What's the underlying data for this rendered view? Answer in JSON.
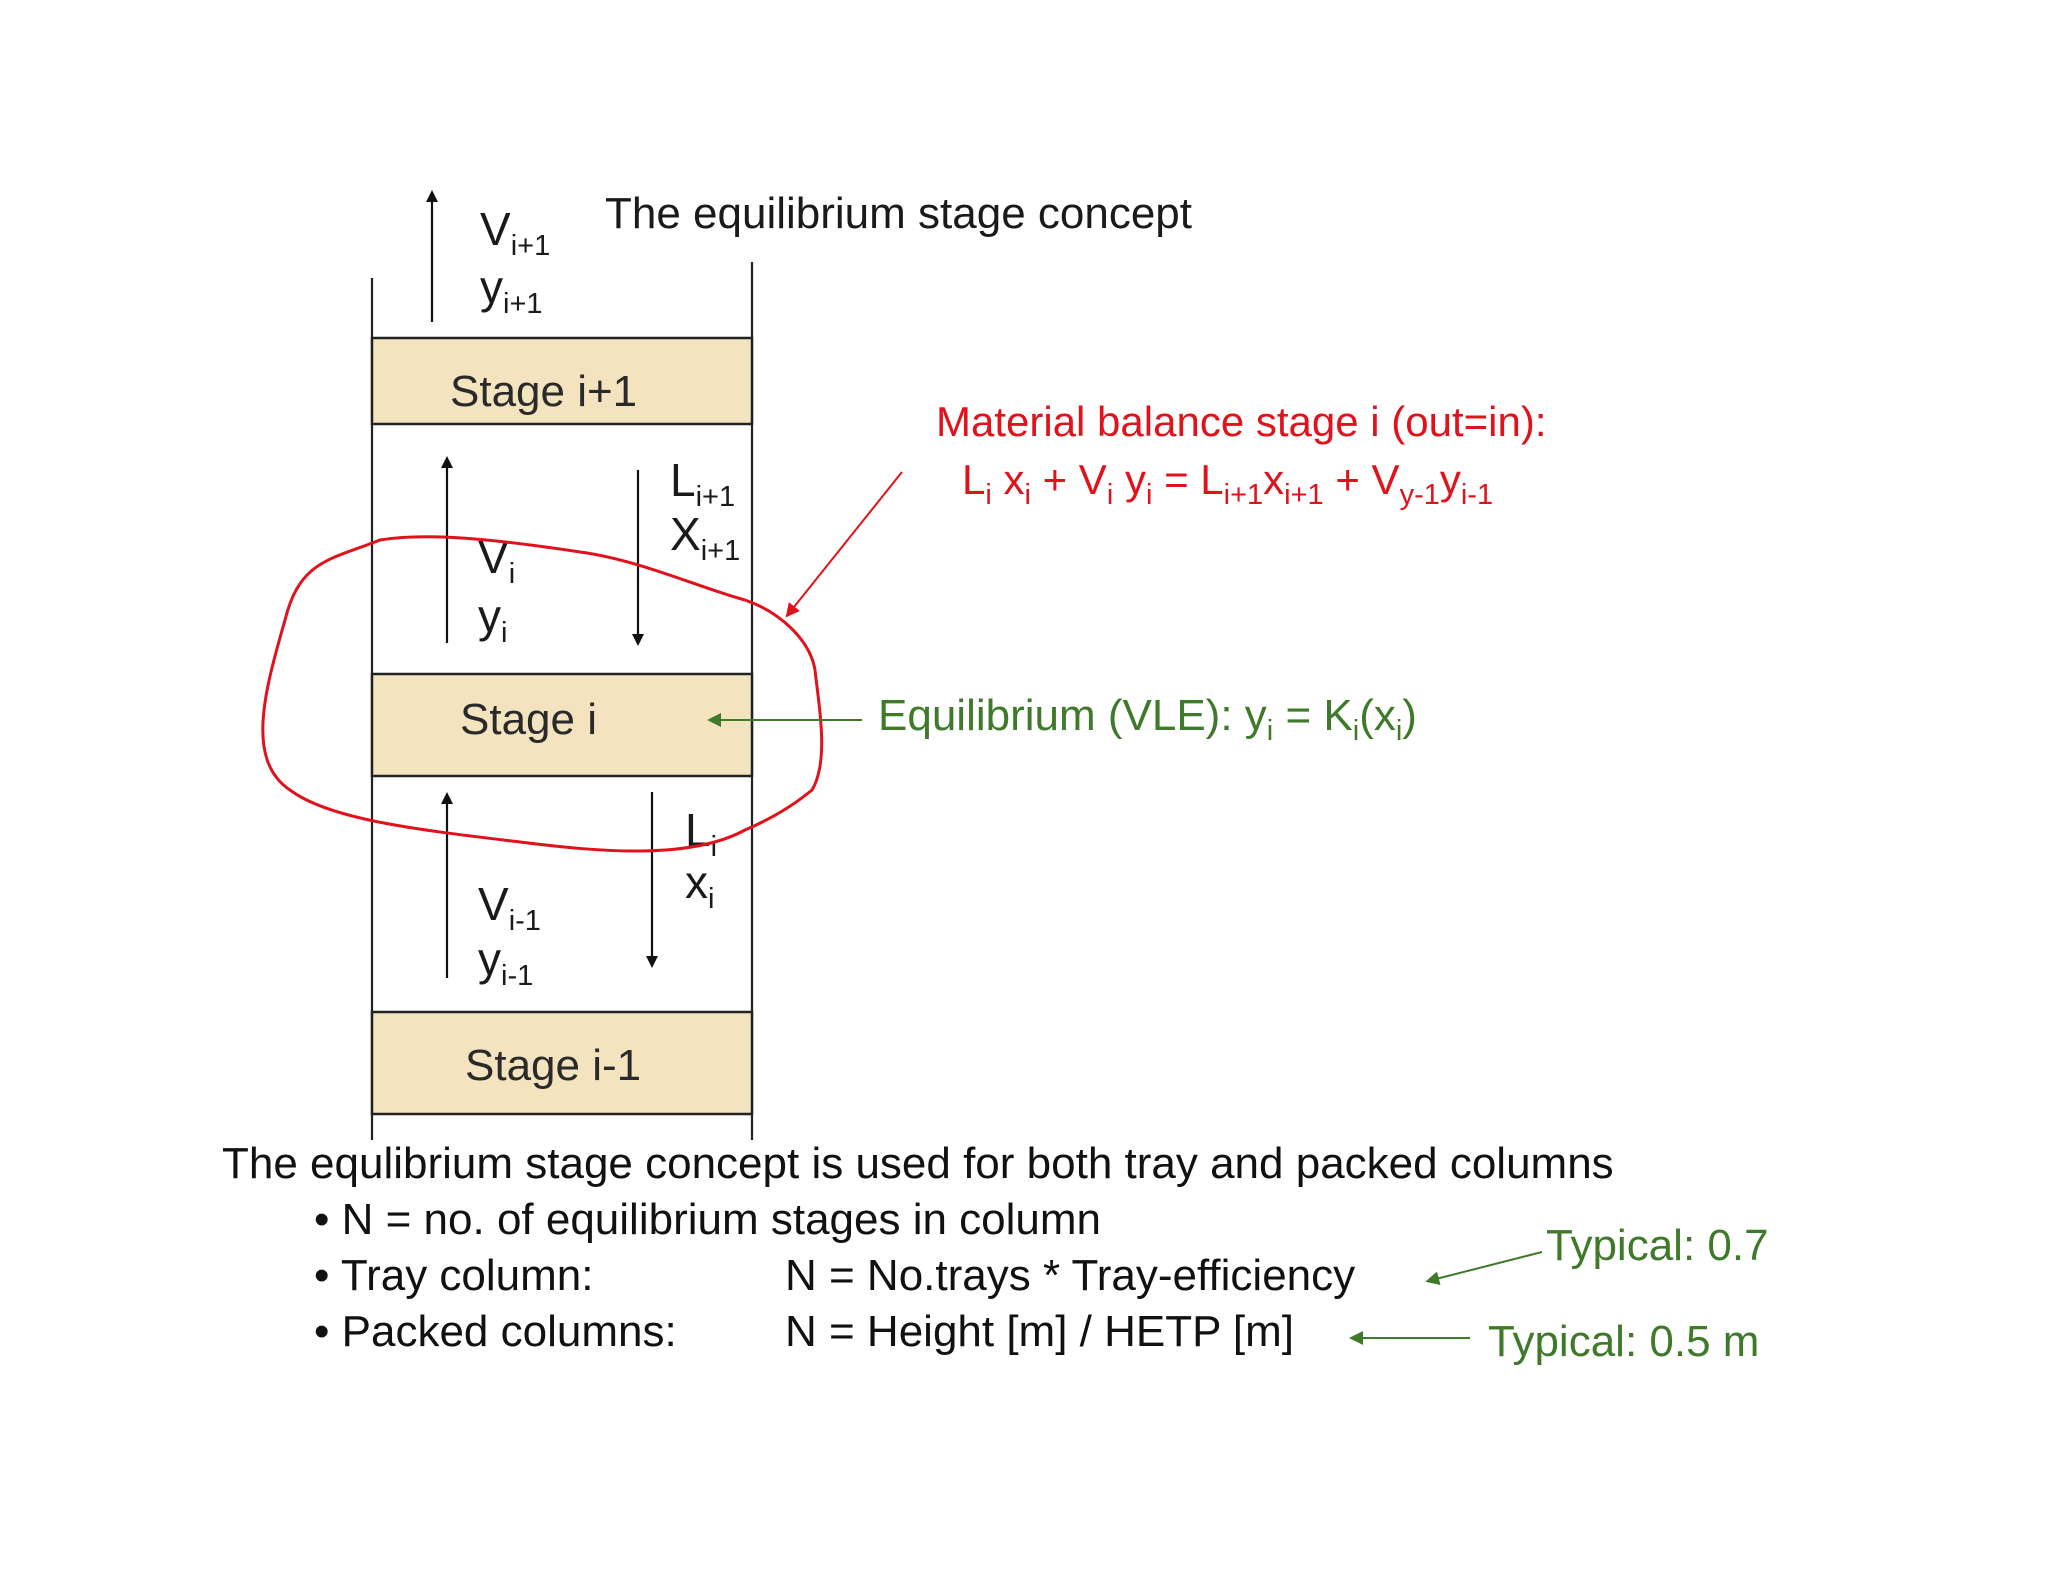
{
  "title": "The equilibrium stage concept",
  "stages": {
    "top": "Stage i+1",
    "middle": "Stage i",
    "bottom": "Stage i-1"
  },
  "flows": {
    "v_top": {
      "letter": "V",
      "sub": "i+1"
    },
    "y_top": {
      "letter": "y",
      "sub": "i+1"
    },
    "v_mid": {
      "letter": "V",
      "sub": "i"
    },
    "y_mid": {
      "letter": "y",
      "sub": "i"
    },
    "l_top": {
      "letter": "L",
      "sub": "i+1"
    },
    "x_top": {
      "letter": "X",
      "sub": "i+1"
    },
    "l_mid": {
      "letter": "L",
      "sub": "i"
    },
    "x_mid": {
      "letter": "x",
      "sub": "i"
    },
    "v_bot": {
      "letter": "V",
      "sub": "i-1"
    },
    "y_bot": {
      "letter": "y",
      "sub": "i-1"
    }
  },
  "material_balance": {
    "heading": "Material balance stage i (out=in):",
    "eq": {
      "t1": "L",
      "s1": "i",
      "t2": " x",
      "s2": "i",
      "t3": " + V",
      "s3": "i",
      "t4": " y",
      "s4": "i",
      "t5": " = L",
      "s5": "i+1",
      "t6": "x",
      "s6": "i+1",
      "t7": " + V",
      "s7": "y-1",
      "t8": "y",
      "s8": "i-1"
    }
  },
  "equilibrium": {
    "t1": "Equilibrium (VLE): y",
    "s1": "i",
    "t2": " = K",
    "s2": "i",
    "t3": "(x",
    "s3": "i",
    "t4": ")"
  },
  "footer": {
    "lead": "The equlibrium stage concept is used for both tray and packed columns",
    "bullets": [
      {
        "label": "• N = no. of equilibrium stages in column",
        "formula": ""
      },
      {
        "label": "• Tray column:",
        "formula": "N =  No.trays * Tray-efficiency"
      },
      {
        "label": "• Packed columns:",
        "formula": "N =  Height [m] / HETP [m]"
      }
    ],
    "typical_tray": "Typical: 0.7",
    "typical_packed": "Typical: 0.5 m"
  },
  "colors": {
    "stage_fill": "#f3e4bf",
    "red": "#e0121b",
    "green": "#3f7a2a"
  }
}
